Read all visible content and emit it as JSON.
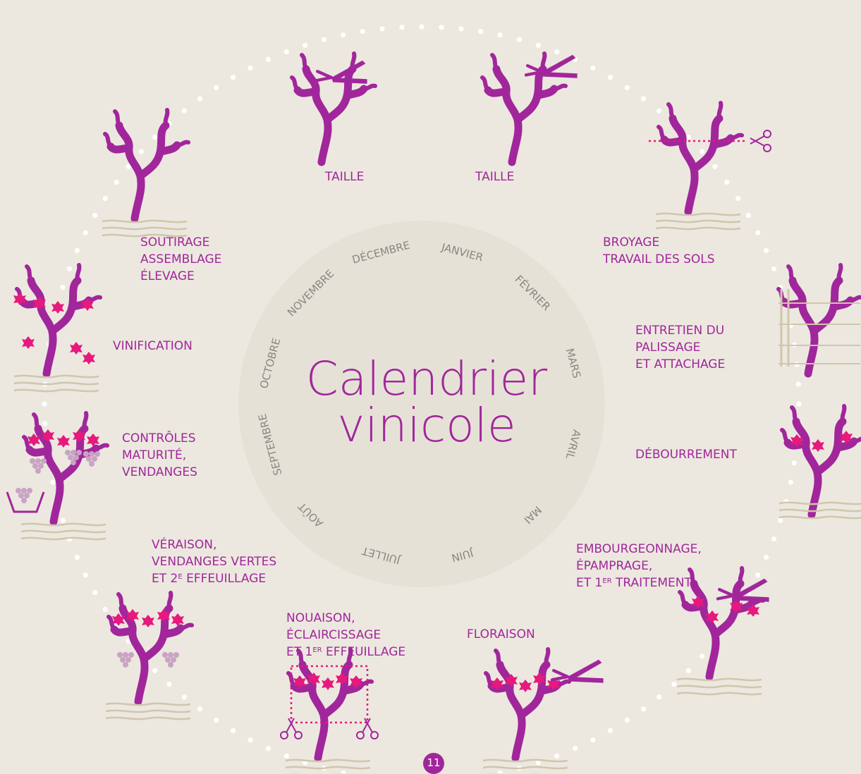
{
  "title": {
    "line1": "Calendrier",
    "line2": "vinicole"
  },
  "months": [
    "JANVIER",
    "FÉVRIER",
    "MARS",
    "AVRIL",
    "MAI",
    "JUIN",
    "JUILLET",
    "AOÛT",
    "SEPTEMBRE",
    "OCTOBRE",
    "NOVEMBRE",
    "DÉCEMBRE"
  ],
  "activities": {
    "taille_left": [
      "TAILLE"
    ],
    "taille_right": [
      "TAILLE"
    ],
    "broyage": [
      "BROYAGE",
      "TRAVAIL DES SOLS"
    ],
    "palissage": [
      "ENTRETIEN DU",
      "PALISSAGE",
      "ET ATTACHAGE"
    ],
    "debourrement": [
      "DÉBOURREMENT"
    ],
    "embourgeonnage": {
      "l1": "EMBOURGEONNAGE,",
      "l2": "ÉPAMPRAGE,",
      "l3a": "ET 1",
      "l3sup": "ER",
      "l3b": " TRAITEMENT"
    },
    "floraison": [
      "FLORAISON"
    ],
    "nouaison": {
      "l1": "NOUAISON,",
      "l2": "ÉCLAIRCISSAGE",
      "l3a": "ET 1",
      "l3sup": "ER",
      "l3b": " EFFEUILLAGE"
    },
    "veraison": {
      "l1": "VÉRAISON,",
      "l2": "VENDANGES VERTES",
      "l3a": "ET 2",
      "l3sup": "E",
      "l3b": " EFFEUILLAGE"
    },
    "controles": [
      "CONTRÔLES",
      "MATURITÉ,",
      "VENDANGES"
    ],
    "vinification": [
      "VINIFICATION"
    ],
    "soutirage": [
      "SOUTIRAGE",
      "ASSEMBLAGE",
      "ÉLEVAGE"
    ]
  },
  "page_number": "11",
  "colors": {
    "background": "#ece8df",
    "inner_disc": "#e6e1d7",
    "vine": "#a1269b",
    "leaves": "#e6197d",
    "month_text": "#8a8580",
    "soil": "#cfc6ad",
    "dots": "#ffffff"
  }
}
